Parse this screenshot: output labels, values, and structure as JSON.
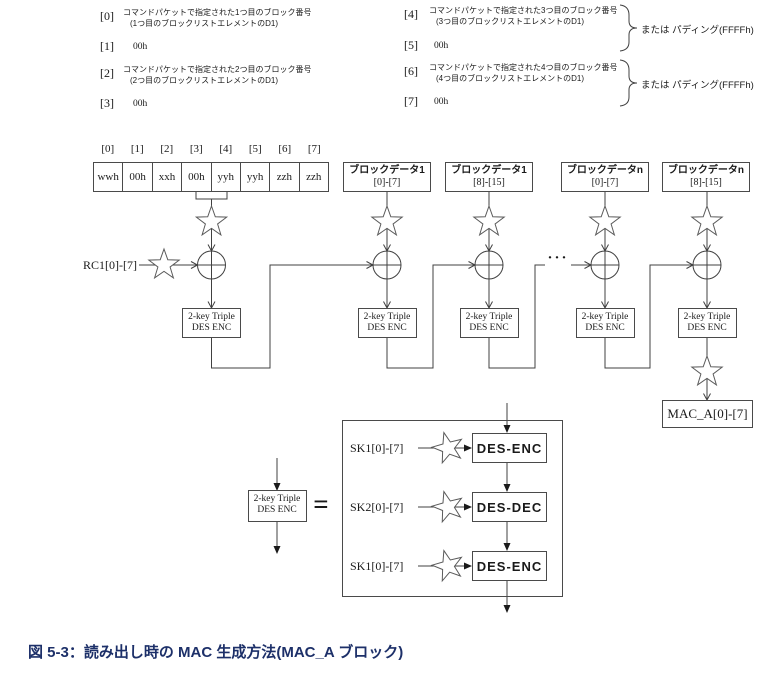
{
  "figure": {
    "caption": "図 5-3：読み出し時の MAC 生成方法(MAC_A ブロック)"
  },
  "annotations": {
    "left": [
      {
        "index": "[0]",
        "line1": "コマンドパケットで指定された1つ目のブロック番号",
        "line2": "(1つ目のブロックリストエレメントのD1)"
      },
      {
        "index": "[1]",
        "value": "00h"
      },
      {
        "index": "[2]",
        "line1": "コマンドパケットで指定された2つ目のブロック番号",
        "line2": "(2つ目のブロックリストエレメントのD1)"
      },
      {
        "index": "[3]",
        "value": "00h"
      }
    ],
    "right": [
      {
        "index": "[4]",
        "line1": "コマンドパケットで指定された3つ目のブロック番号",
        "line2": "(3つ目のブロックリストエレメントのD1)"
      },
      {
        "index": "[5]",
        "value": "00h"
      },
      {
        "index": "[6]",
        "line1": "コマンドパケットで指定された4つ目のブロック番号",
        "line2": "(4つ目のブロックリストエレメントのD1)"
      },
      {
        "index": "[7]",
        "value": "00h"
      }
    ],
    "padding_note_top": "または パディング(FFFFh)",
    "padding_note_bottom": "または パディング(FFFFh)"
  },
  "byte_table": {
    "headers": [
      "[0]",
      "[1]",
      "[2]",
      "[3]",
      "[4]",
      "[5]",
      "[6]",
      "[7]"
    ],
    "cells": [
      "wwh",
      "00h",
      "xxh",
      "00h",
      "yyh",
      "yyh",
      "zzh",
      "zzh"
    ]
  },
  "block_boxes": [
    {
      "title": "ブロックデータ1",
      "range": "[0]-[7]"
    },
    {
      "title": "ブロックデータ1",
      "range": "[8]-[15]"
    },
    {
      "title": "ブロックデータn",
      "range": "[0]-[7]"
    },
    {
      "title": "ブロックデータn",
      "range": "[8]-[15]"
    }
  ],
  "labels": {
    "rc1": "RC1[0]-[7]",
    "mac": "MAC_A[0]-[7]",
    "dots": "···",
    "equals": "=",
    "des_line1": "2-key Triple",
    "des_line2": "DES ENC"
  },
  "triple_des_detail": {
    "rows": [
      {
        "key": "SK1[0]-[7]",
        "op": "DES-ENC"
      },
      {
        "key": "SK2[0]-[7]",
        "op": "DES-DEC"
      },
      {
        "key": "SK1[0]-[7]",
        "op": "DES-ENC"
      }
    ]
  },
  "colors": {
    "line": "#404040",
    "caption": "#1d3069"
  }
}
